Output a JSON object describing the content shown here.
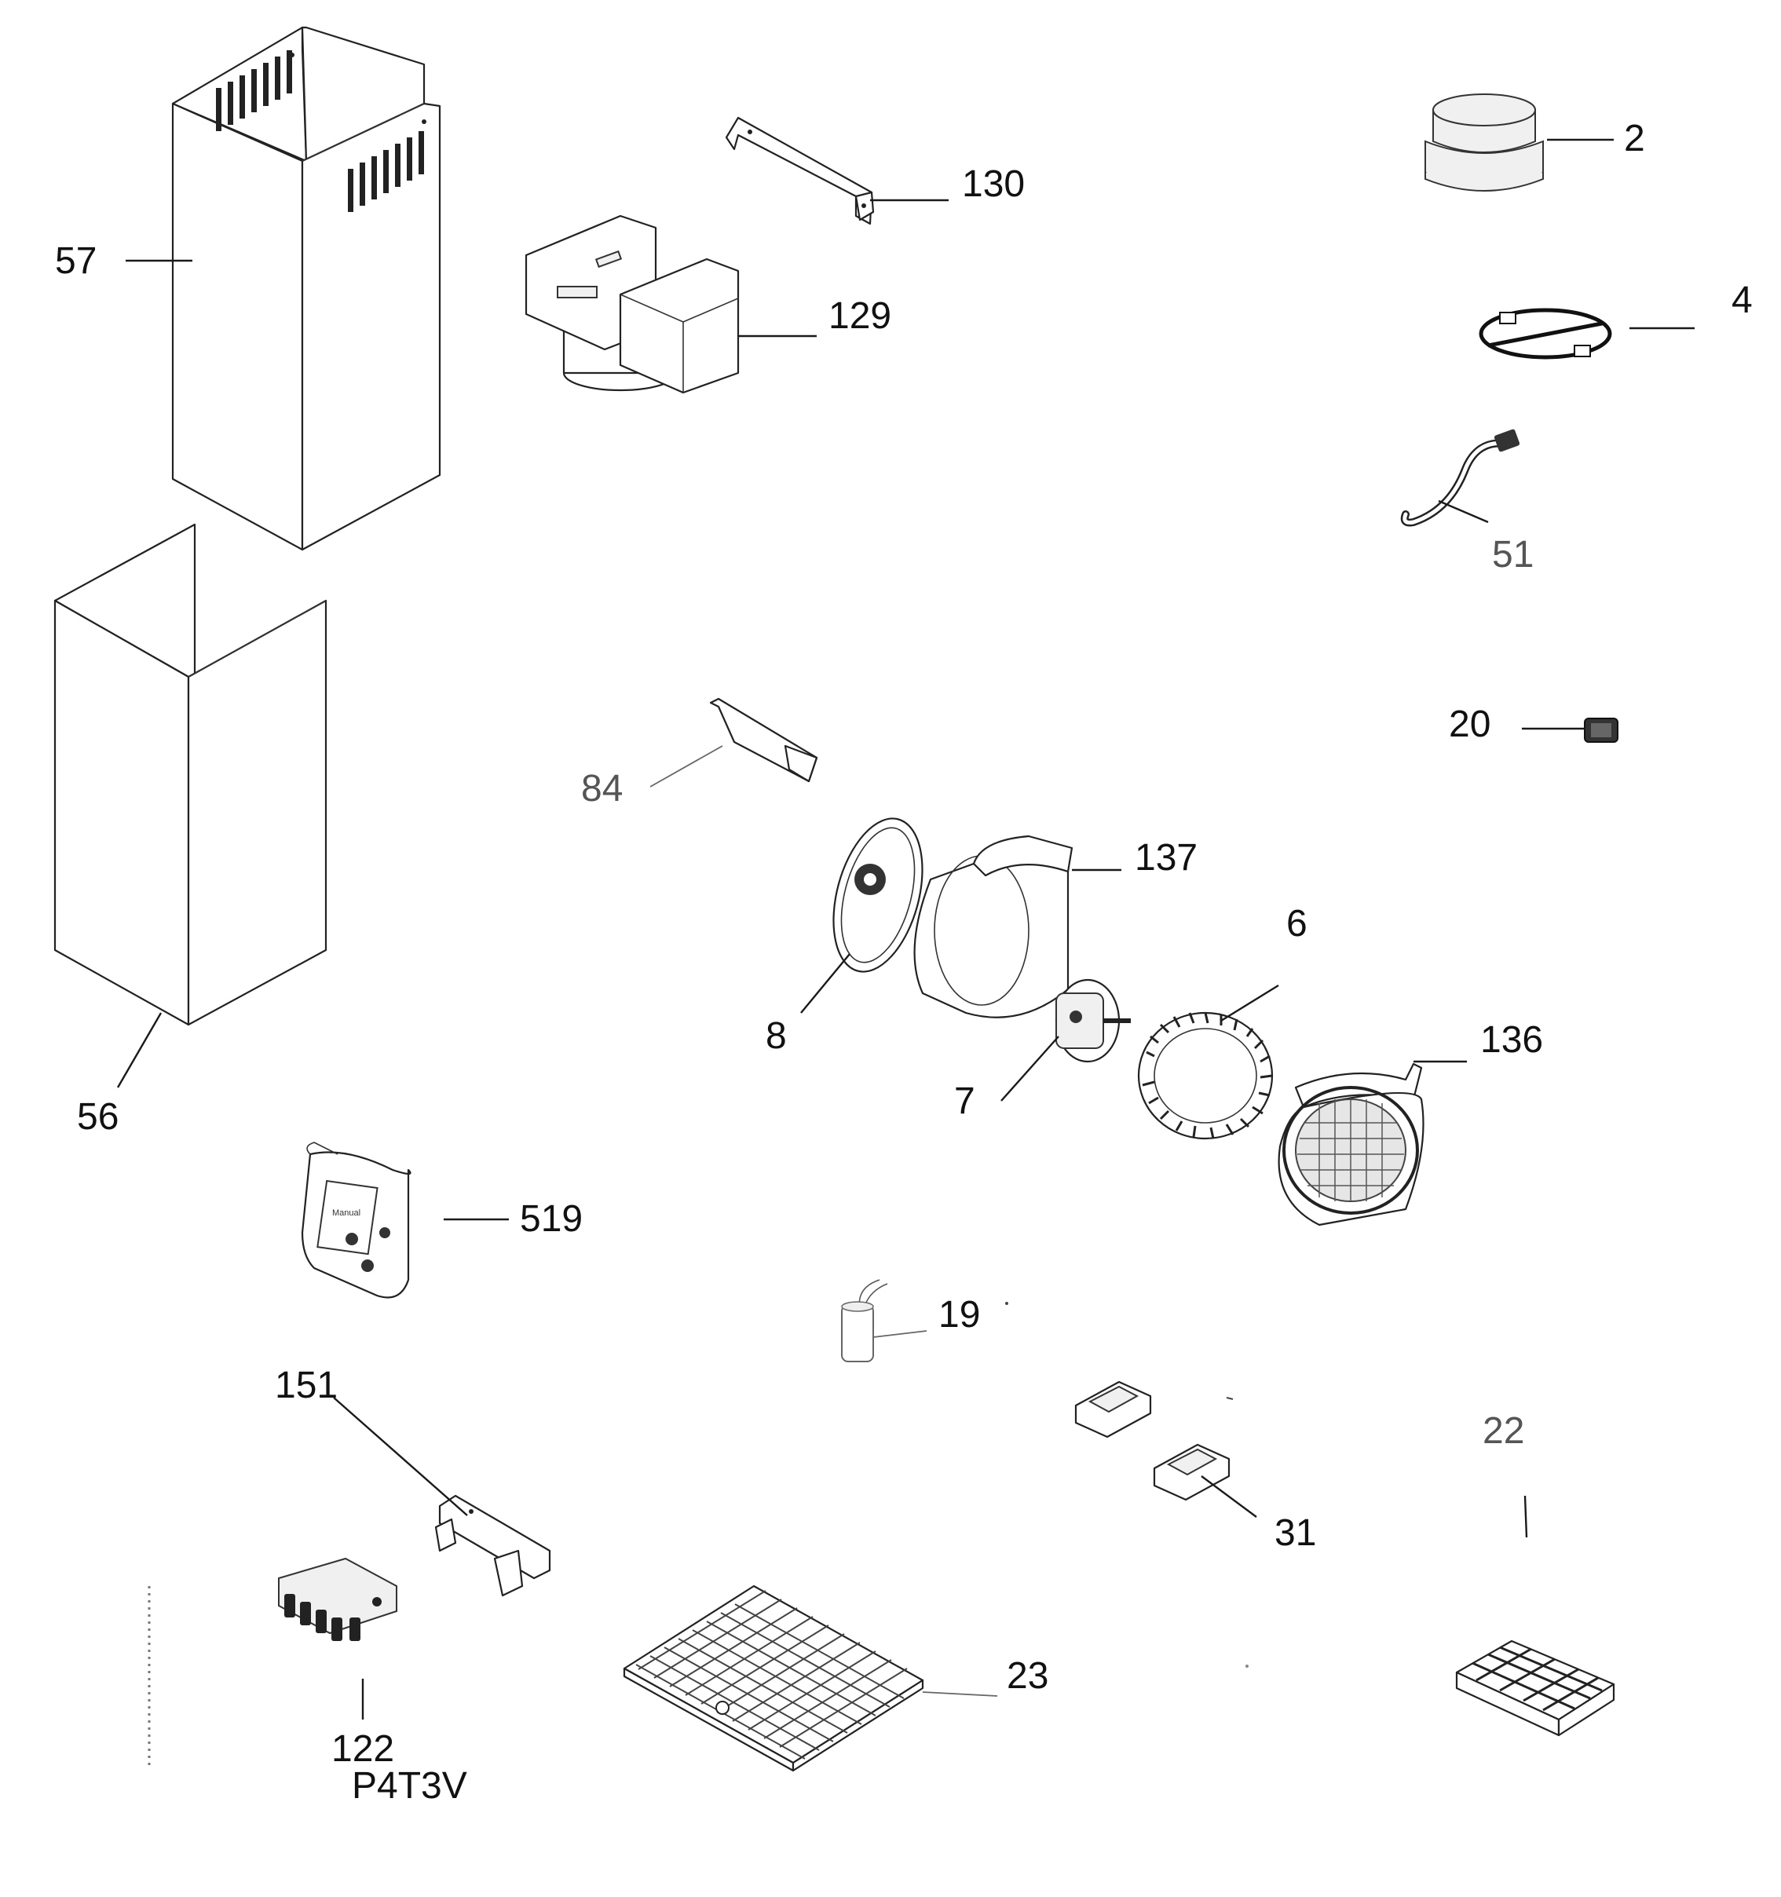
{
  "labels": {
    "p57": "57",
    "p56": "56",
    "p130": "130",
    "p129": "129",
    "p2": "2",
    "p4": "4",
    "p51": "51",
    "p20": "20",
    "p84": "84",
    "p137": "137",
    "p6": "6",
    "p8": "8",
    "p7": "7",
    "p136": "136",
    "p519": "519",
    "p19": "19",
    "p151": "151",
    "p22": "22",
    "p31": "31",
    "p23": "23",
    "p122": "122",
    "model": "P4T3V"
  },
  "manual_text": "Manual"
}
